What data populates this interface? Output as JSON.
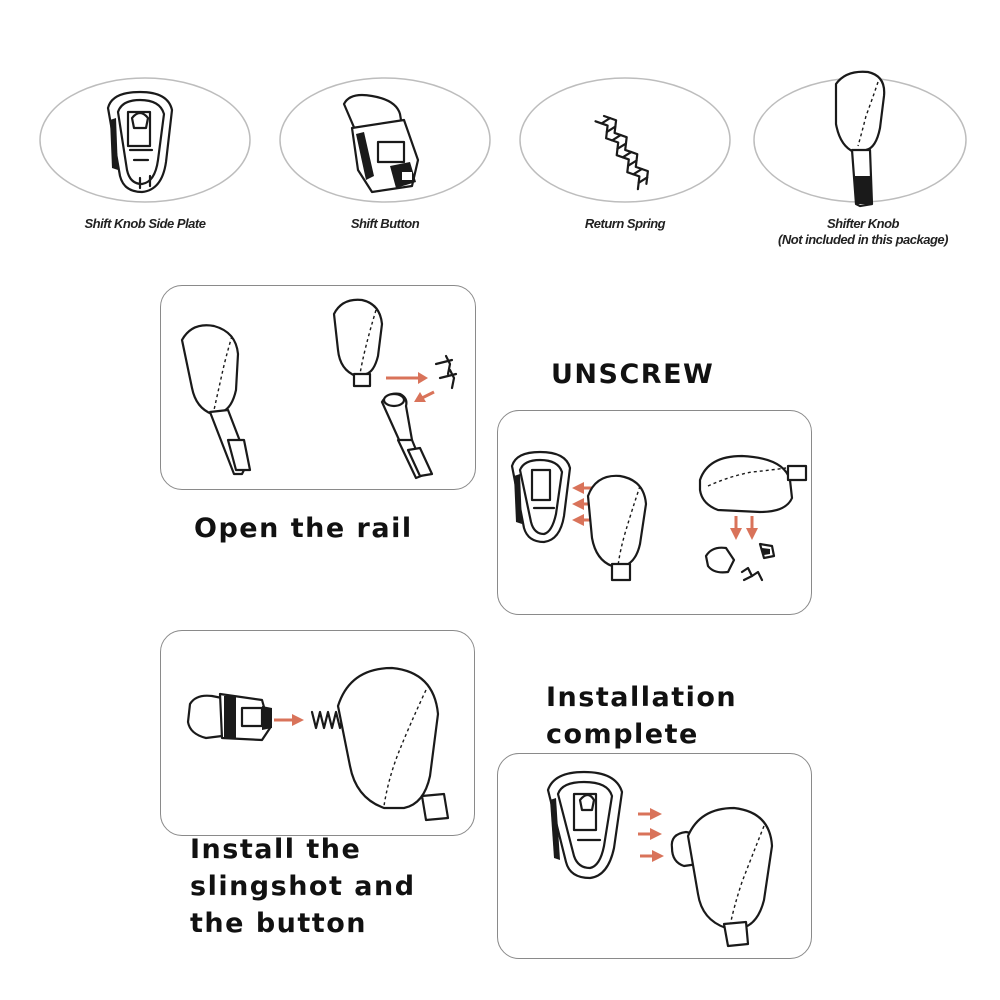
{
  "parts": [
    {
      "name": "Shift Knob Side Plate",
      "lines": [
        "Shift Knob Side Plate"
      ]
    },
    {
      "name": "Shift Button",
      "lines": [
        "Shift Button"
      ]
    },
    {
      "name": "Return Spring",
      "lines": [
        "Return Spring"
      ]
    },
    {
      "name": "Shifter Knob",
      "lines": [
        "Shifter Knob",
        "(Not included in this package)"
      ]
    }
  ],
  "steps": {
    "open_rail": {
      "lines": [
        "Open the rail"
      ]
    },
    "unscrew": {
      "lines": [
        "UNSCREW"
      ]
    },
    "install": {
      "lines": [
        "Install the",
        "slingshot and",
        "the button"
      ]
    },
    "complete": {
      "lines": [
        "Installation",
        "complete"
      ]
    }
  },
  "colors": {
    "ink": "#1a1a1a",
    "arrow": "#d9735a",
    "panel_border": "#8a8a8a",
    "ellipse_border": "#bdbdbd"
  }
}
